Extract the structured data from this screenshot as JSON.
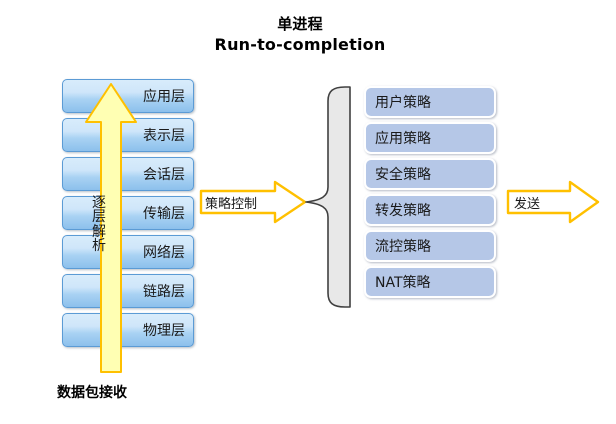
{
  "title": {
    "line1": "单进程",
    "line2": "Run-to-completion"
  },
  "colors": {
    "layer_box_border": "#5b9bd5",
    "layer_box_fill_top": "#d8ecfb",
    "layer_box_fill_bottom": "#8cc0ec",
    "policy_box_fill": "#b5c7e7",
    "policy_box_border": "#ffffff",
    "arrow_border": "#ffc000",
    "arrow_fill_up": "#ffffb3",
    "arrow_fill_block": "#ffffff",
    "brace_fill": "#e8e8e8",
    "brace_stroke": "#404040",
    "text": "#1a1a1a",
    "background": "#ffffff"
  },
  "osi_stack": {
    "name": "protocol-layer-stack",
    "layers": [
      {
        "label": "应用层"
      },
      {
        "label": "表示层"
      },
      {
        "label": "会话层"
      },
      {
        "label": "传输层"
      },
      {
        "label": "网络层"
      },
      {
        "label": "链路层"
      },
      {
        "label": "物理层"
      }
    ]
  },
  "parse_arrow": {
    "direction": "up",
    "label_chars": [
      "逐",
      "层",
      "解",
      "析"
    ],
    "label": "逐层解析"
  },
  "packet_receive": {
    "label": "数据包接收"
  },
  "policy_arrow": {
    "direction": "right",
    "label": "策略控制"
  },
  "policy_brace": {
    "orientation": "left-curly-brace"
  },
  "policy_list": {
    "name": "policy-list",
    "items": [
      {
        "label": "用户策略"
      },
      {
        "label": "应用策略"
      },
      {
        "label": "安全策略"
      },
      {
        "label": "转发策略"
      },
      {
        "label": "流控策略"
      },
      {
        "label": "NAT策略"
      }
    ]
  },
  "send_arrow": {
    "direction": "right",
    "label": "发送"
  }
}
